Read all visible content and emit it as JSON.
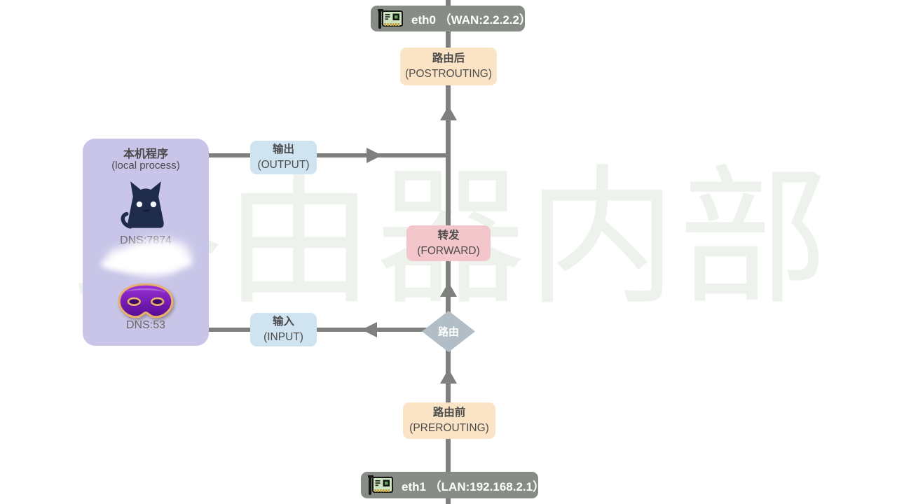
{
  "watermark": "路由器内部",
  "colors": {
    "interface_node_bg": "#878c86",
    "routing_box_bg": "#fbe3c5",
    "io_box_bg": "#cfe4f0",
    "forward_box_bg": "#f2c6cb",
    "local_process_bg": "#c8c5e8",
    "route_diamond_bg": "#b1bec5",
    "flow_line": "#7d807d",
    "watermark_green": "#edf3ec"
  },
  "nodes": {
    "eth0": {
      "label": "eth0 （WAN:2.2.2.2）"
    },
    "postrouting": {
      "zh": "路由后",
      "en": "(POSTROUTING)"
    },
    "forward": {
      "zh": "转发",
      "en": "(FORWARD)"
    },
    "route": {
      "label": "路由"
    },
    "output": {
      "zh": "输出",
      "en": "(OUTPUT)"
    },
    "input": {
      "zh": "输入",
      "en": "(INPUT)"
    },
    "prerouting": {
      "zh": "路由前",
      "en": "(PREROUTING)"
    },
    "eth1": {
      "label": "eth1 （LAN:192.168.2.1）"
    },
    "local_process": {
      "zh": "本机程序",
      "en": "(local process)",
      "services": [
        {
          "icon": "clash-cat-icon",
          "label": "DNS:7874"
        },
        {
          "icon": "dnsmasq-mask-icon",
          "label": "DNS:53"
        }
      ]
    }
  }
}
